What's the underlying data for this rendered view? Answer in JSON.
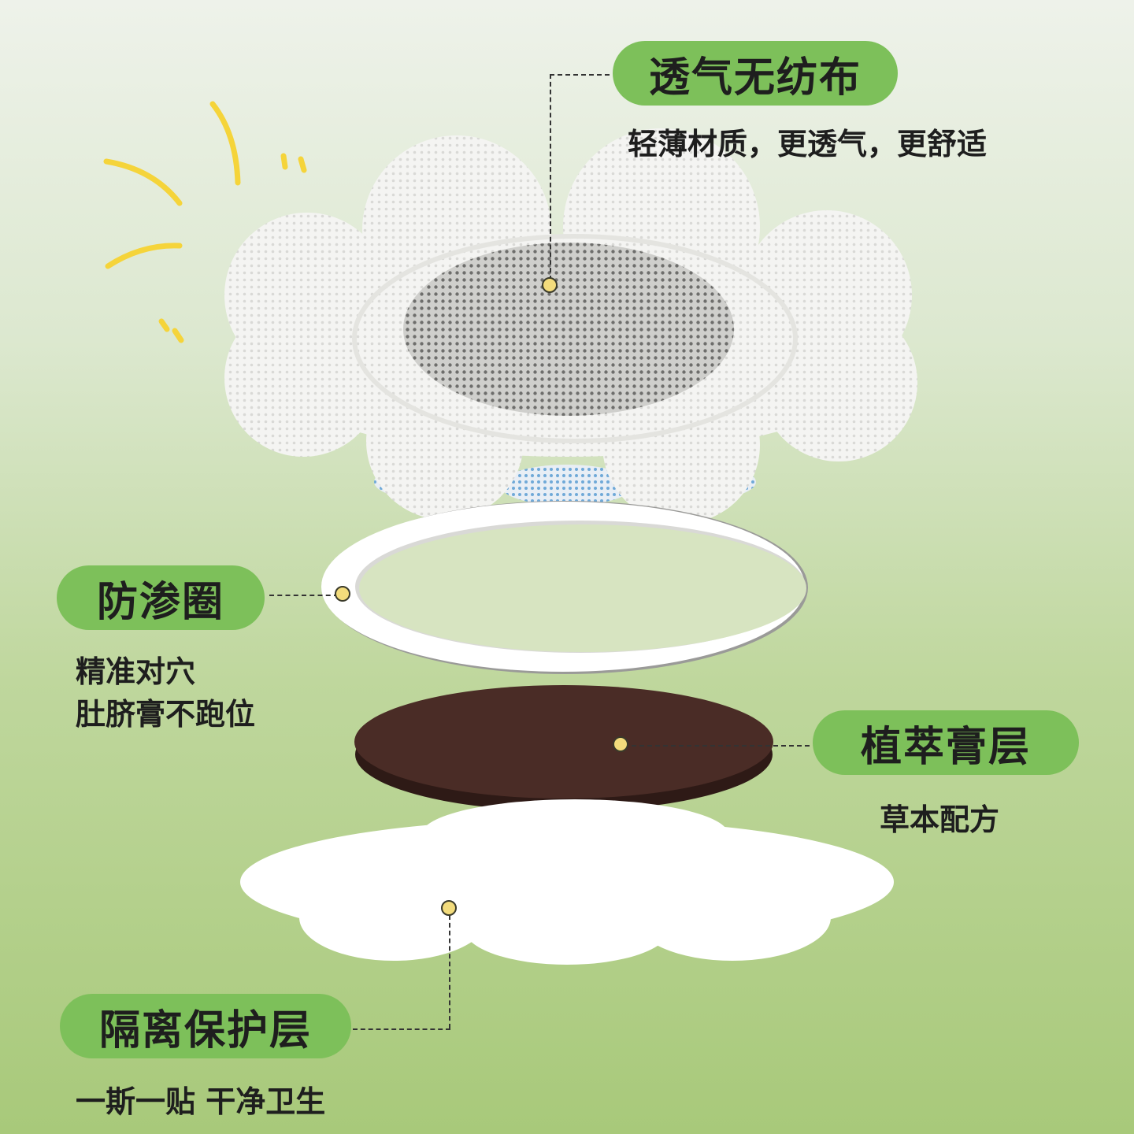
{
  "colors": {
    "pill_green": "#7dc05a",
    "dot_yellow": "#f3dc7c",
    "sparkle_yellow": "#f5d43a",
    "herbal_brown": "#4a2c26",
    "absorbent_blue": "#6fa9d8"
  },
  "layers": {
    "nonwoven": {
      "label": "透气无纺布",
      "description": "轻薄材质，更透气，更舒适"
    },
    "leak_ring": {
      "label": "防渗圈",
      "description_lines": [
        "精准对穴",
        "肚脐膏不跑位"
      ]
    },
    "herbal_paste": {
      "label": "植萃膏层",
      "description": "草本配方"
    },
    "release_liner": {
      "label": "隔离保护层",
      "description": "一斯一贴 干净卫生"
    }
  }
}
